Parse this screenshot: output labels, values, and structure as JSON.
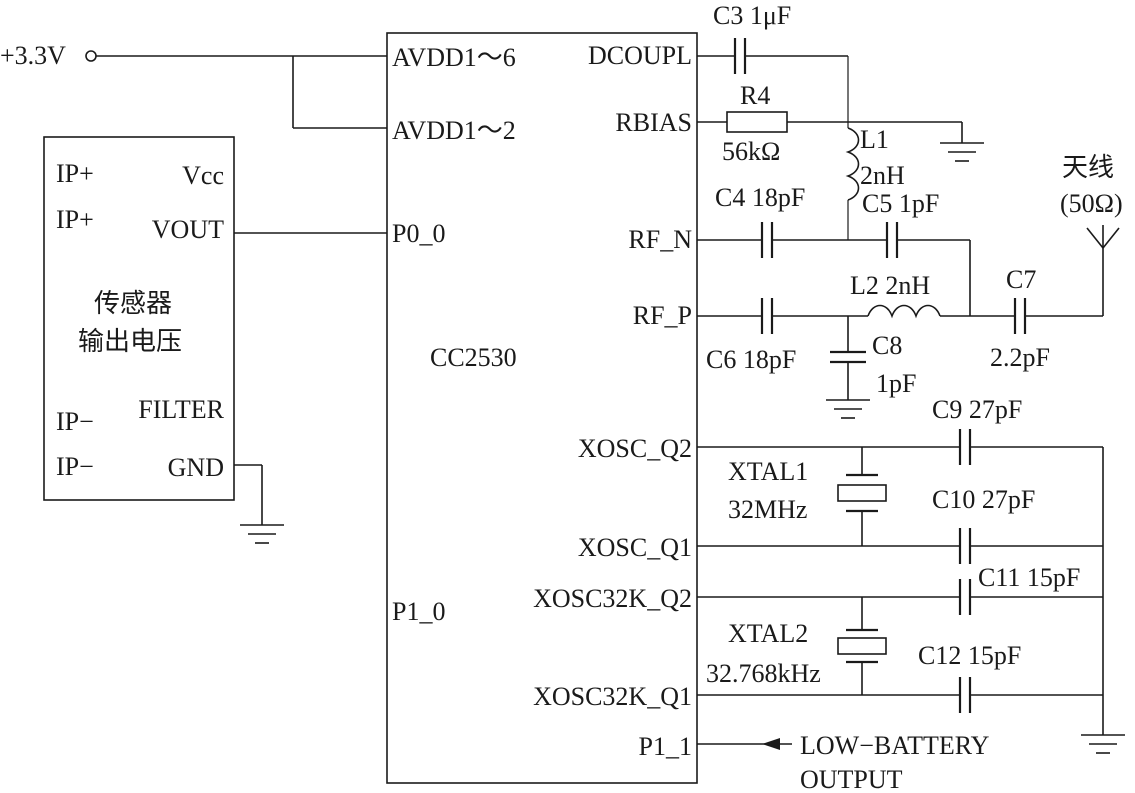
{
  "supply": {
    "label": "+3.3V"
  },
  "chip": {
    "name": "CC2530",
    "left_pins": [
      "AVDD1～6",
      "AVDD1～2",
      "P0_0",
      "P1_0"
    ],
    "right_pins": [
      "DCOUPL",
      "RBIAS",
      "RF_N",
      "RF_P",
      "XOSC_Q2",
      "XOSC_Q1",
      "XOSC32K_Q2",
      "XOSC32K_Q1",
      "P1_1"
    ]
  },
  "sensor": {
    "pins_left": [
      "IP+",
      "IP+",
      "IP−",
      "IP−"
    ],
    "pins_right": [
      "Vcc",
      "VOUT",
      "FILTER",
      "GND"
    ],
    "title_line1": "传感器",
    "title_line2": "输出电压"
  },
  "components": {
    "c3": "C3 1μF",
    "r4": "R4",
    "r4_value": "56kΩ",
    "l1": "L1",
    "l1_value": "2nH",
    "c4": "C4 18pF",
    "c5": "C5 1pF",
    "c6": "C6 18pF",
    "l2": "L2 2nH",
    "c7": "C7",
    "c7_value": "2.2pF",
    "c8": "C8",
    "c8_value": "1pF",
    "c9": "C9 27pF",
    "c10": "C10 27pF",
    "c11": "C11 15pF",
    "c12": "C12 15pF",
    "xtal1": "XTAL1",
    "xtal1_value": "32MHz",
    "xtal2": "XTAL2",
    "xtal2_value": "32.768kHz"
  },
  "antenna": {
    "label": "天线",
    "impedance": "(50Ω)"
  },
  "lowbat": {
    "line1": "LOW−BATTERY",
    "line2": "OUTPUT"
  }
}
